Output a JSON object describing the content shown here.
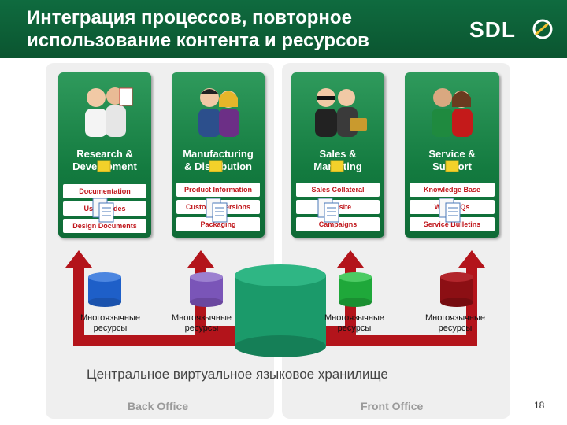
{
  "header": {
    "title_line1": "Интеграция процессов, повторное",
    "title_line2": "использование контента и ресурсов",
    "logo_text": "SDL"
  },
  "departments": [
    {
      "title_line1": "Research &",
      "title_line2": "Development",
      "items": [
        "Documentation",
        "User Guides",
        "Design Documents"
      ]
    },
    {
      "title_line1": "Manufacturing",
      "title_line2": "& Distribution",
      "items": [
        "Product Information",
        "Customer Versions",
        "Packaging"
      ]
    },
    {
      "title_line1": "Sales &",
      "title_line2": "Marketing",
      "items": [
        "Sales Collateral",
        "Website",
        "Campaigns"
      ]
    },
    {
      "title_line1": "Service &",
      "title_line2": "Support",
      "items": [
        "Knowledge Base",
        "Web FAQs",
        "Service Bulletins"
      ]
    }
  ],
  "resources": [
    {
      "line1": "Многоязычные",
      "line2": "ресурсы"
    },
    {
      "line1": "Многоязычные",
      "line2": "ресурсы"
    },
    {
      "line1": "Многоязычные",
      "line2": "ресурсы"
    },
    {
      "line1": "Многоязычные",
      "line2": "ресурсы"
    }
  ],
  "central_label": "Центральное виртуальное языковое хранилище",
  "offices": {
    "back": "Back Office",
    "front": "Front Office"
  },
  "page_number": "18",
  "colors": {
    "header_green": "#0f6b3f",
    "department_green": "#137a3f",
    "item_text_red": "#c0161b",
    "arrow_red": "#b3141b",
    "db_blue": "#1e5fc8",
    "db_purple": "#7a55b8",
    "db_teal": "#1b9a6a",
    "db_green": "#1fa83a",
    "db_darkred": "#8c0f14"
  }
}
